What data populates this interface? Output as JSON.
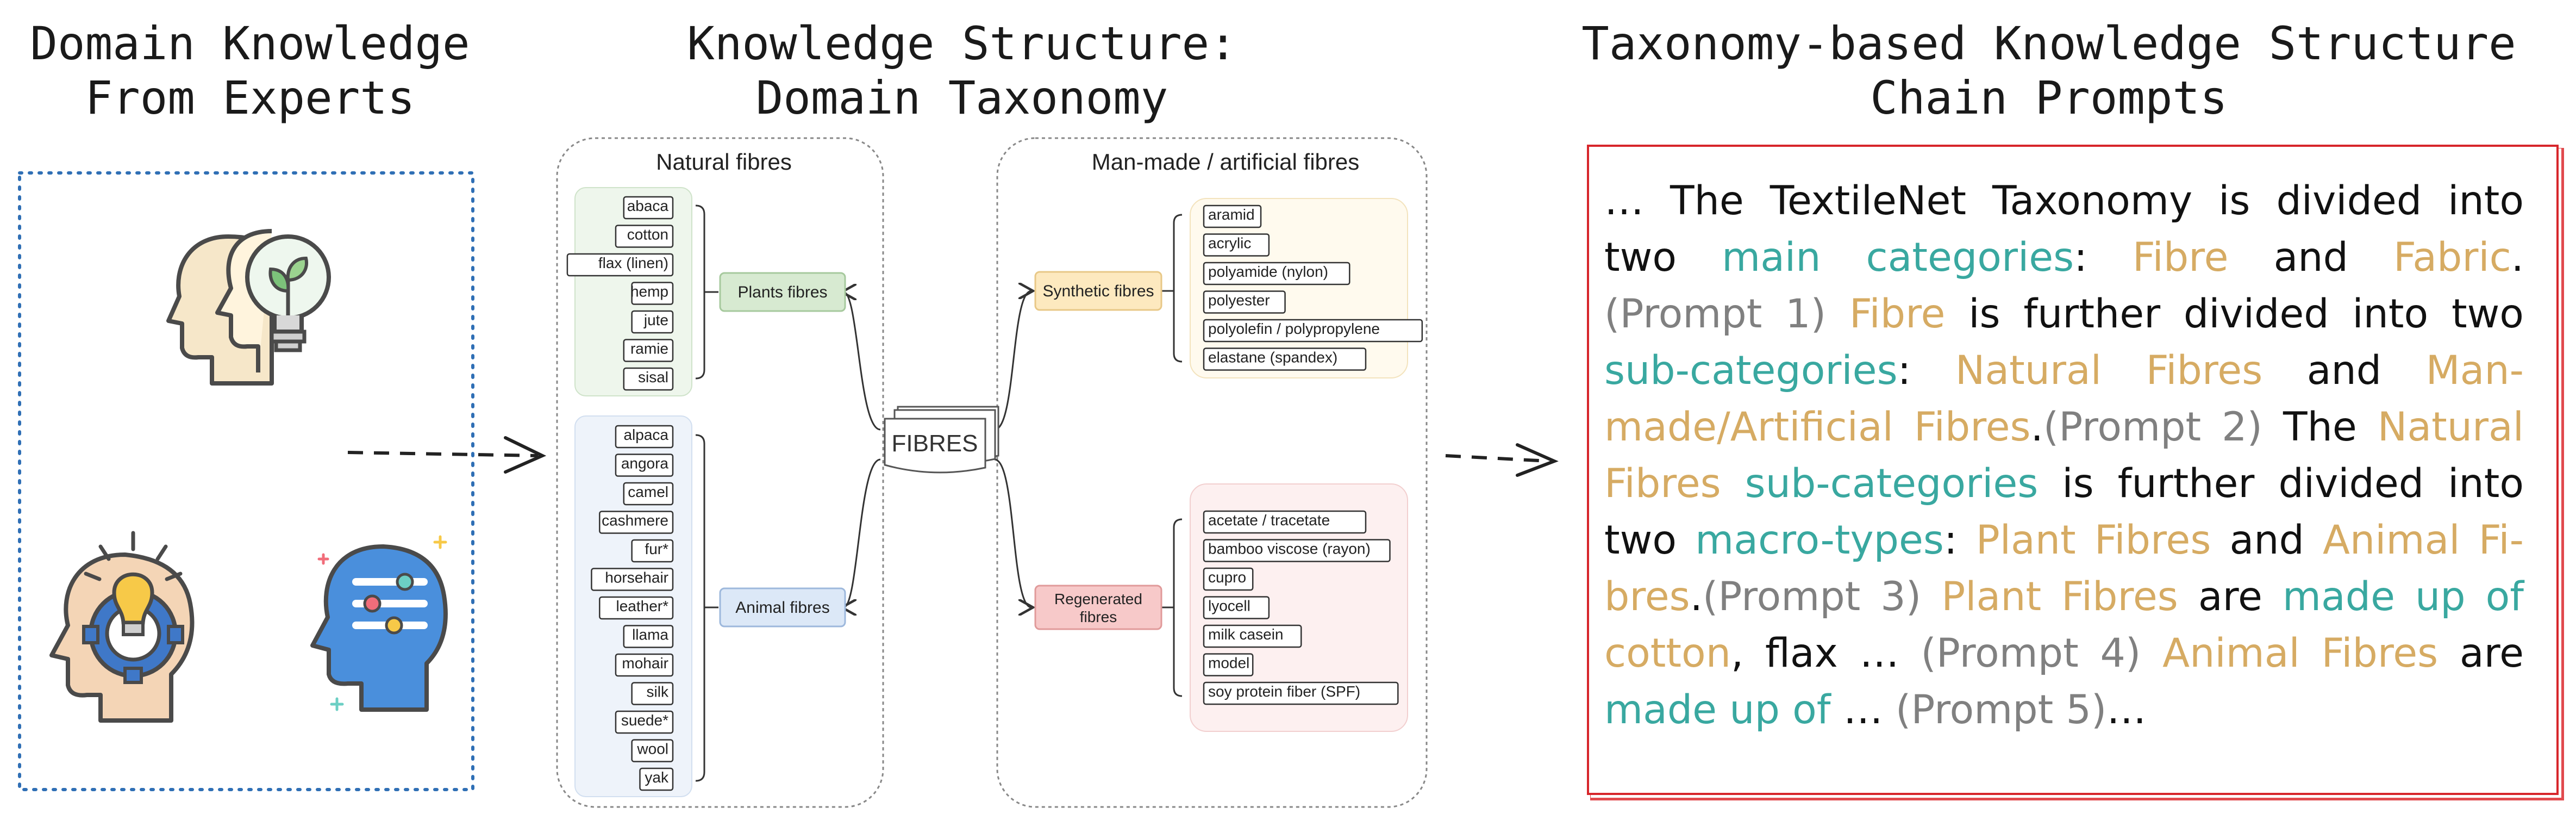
{
  "headings": {
    "left": [
      "Domain Knowledge",
      "From Experts"
    ],
    "middle": [
      "Knowledge Structure:",
      "Domain Taxonomy"
    ],
    "right": [
      "Taxonomy-based Knowledge Structure",
      "Chain Prompts"
    ]
  },
  "taxonomy": {
    "natural_title": "Natural fibres",
    "artificial_title": "Man-made / artificial fibres",
    "root": "FIBRES",
    "plants_label": "Plants fibres",
    "animal_label": "Animal fibres",
    "synthetic_label": "Synthetic fibres",
    "regenerated_label": [
      "Regenerated",
      "fibres"
    ],
    "plants": [
      "abaca",
      "cotton",
      "flax (linen)",
      "hemp",
      "jute",
      "ramie",
      "sisal"
    ],
    "animals": [
      "alpaca",
      "angora",
      "camel",
      "cashmere",
      "fur*",
      "horsehair",
      "leather*",
      "llama",
      "mohair",
      "silk",
      "suede*",
      "wool",
      "yak"
    ],
    "synthetic": [
      "aramid",
      "acrylic",
      "polyamide (nylon)",
      "polyester",
      "polyolefin / polypropylene",
      "elastane  (spandex)"
    ],
    "regenerated": [
      "acetate / tracetate",
      "bamboo viscose (rayon)",
      "cupro",
      "lyocell",
      "milk casein",
      "model",
      "soy protein fiber (SPF)"
    ]
  },
  "chain_text": [
    {
      "t": "… The TextileNet Taxonomy is divided into two ",
      "c": "plain"
    },
    {
      "t": "main categories",
      "c": "teal"
    },
    {
      "t": ": ",
      "c": "plain"
    },
    {
      "t": "Fibre",
      "c": "gold"
    },
    {
      "t": " and ",
      "c": "plain"
    },
    {
      "t": "Fab­ric",
      "c": "gold"
    },
    {
      "t": ". ",
      "c": "plain"
    },
    {
      "t": "(Prompt 1)",
      "c": "grey"
    },
    {
      "t": " ",
      "c": "plain"
    },
    {
      "t": "Fibre",
      "c": "gold"
    },
    {
      "t": " is further divided into two ",
      "c": "plain"
    },
    {
      "t": "sub-categories",
      "c": "teal"
    },
    {
      "t": ": ",
      "c": "plain"
    },
    {
      "t": "Natural Fibres",
      "c": "gold"
    },
    {
      "t": " and ",
      "c": "plain"
    },
    {
      "t": "Man­made/Artificial Fibres",
      "c": "gold"
    },
    {
      "t": ".",
      "c": "plain"
    },
    {
      "t": "(Prompt 2)",
      "c": "grey"
    },
    {
      "t": " The ",
      "c": "plain"
    },
    {
      "t": "Natu­ral Fibres",
      "c": "gold"
    },
    {
      "t": " ",
      "c": "plain"
    },
    {
      "t": "sub-categories",
      "c": "teal"
    },
    {
      "t": " is further divided into two ",
      "c": "plain"
    },
    {
      "t": "macro-types",
      "c": "teal"
    },
    {
      "t": ": ",
      "c": "plain"
    },
    {
      "t": "Plant Fibres",
      "c": "gold"
    },
    {
      "t": " and ",
      "c": "plain"
    },
    {
      "t": "Animal Fi­bres",
      "c": "gold"
    },
    {
      "t": ".",
      "c": "plain"
    },
    {
      "t": "(Prompt 3)",
      "c": "grey"
    },
    {
      "t": " ",
      "c": "plain"
    },
    {
      "t": "Plant Fibres",
      "c": "gold"
    },
    {
      "t": " are ",
      "c": "plain"
    },
    {
      "t": "made up of",
      "c": "teal"
    },
    {
      "t": " ",
      "c": "plain"
    },
    {
      "t": "cotton",
      "c": "gold"
    },
    {
      "t": ", flax … ",
      "c": "plain"
    },
    {
      "t": "(Prompt 4)",
      "c": "grey"
    },
    {
      "t": " ",
      "c": "plain"
    },
    {
      "t": "Animal Fibres",
      "c": "gold"
    },
    {
      "t": " are ",
      "c": "plain"
    },
    {
      "t": "made up of",
      "c": "teal"
    },
    {
      "t": " … ",
      "c": "plain"
    },
    {
      "t": "(Prompt 5)",
      "c": "grey"
    },
    {
      "t": "…",
      "c": "plain"
    }
  ],
  "icons": [
    "head-lightbulb-plant-icon",
    "head-gear-lightbulb-icon",
    "head-sliders-icon"
  ],
  "colors": {
    "teal": "#39a8a0",
    "gold": "#d6ab63",
    "frame_red": "#d7262b",
    "dotted_blue": "#2f6fb5",
    "plants_fill": "#d7ead1",
    "animal_fill": "#dce8f7",
    "synthetic_fill": "#fde9bf",
    "regenerated_fill": "#f7c9c9"
  }
}
